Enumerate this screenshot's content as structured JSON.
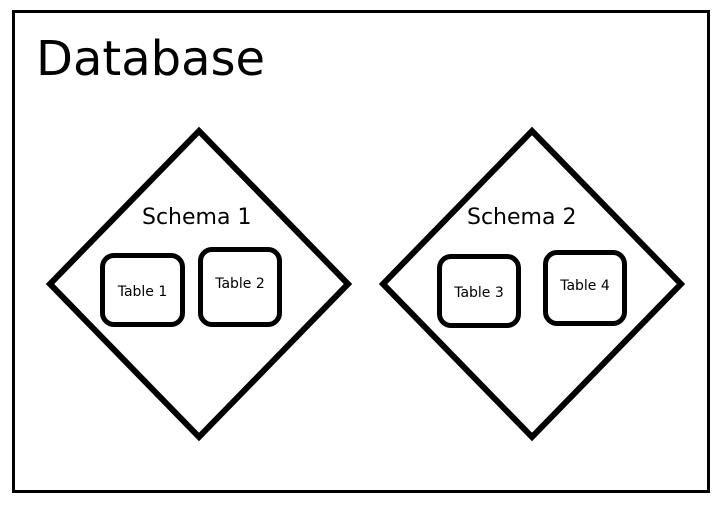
{
  "diagram": {
    "title": "Database",
    "outer_container_label": "Database",
    "colors": {
      "stroke": "#000000",
      "background": "#ffffff"
    },
    "schemas": [
      {
        "name": "Schema 1",
        "shape": "diamond",
        "tables": [
          {
            "name": "Table 1"
          },
          {
            "name": "Table 2"
          }
        ]
      },
      {
        "name": "Schema 2",
        "shape": "diamond",
        "tables": [
          {
            "name": "Table 3"
          },
          {
            "name": "Table 4"
          }
        ]
      }
    ]
  }
}
